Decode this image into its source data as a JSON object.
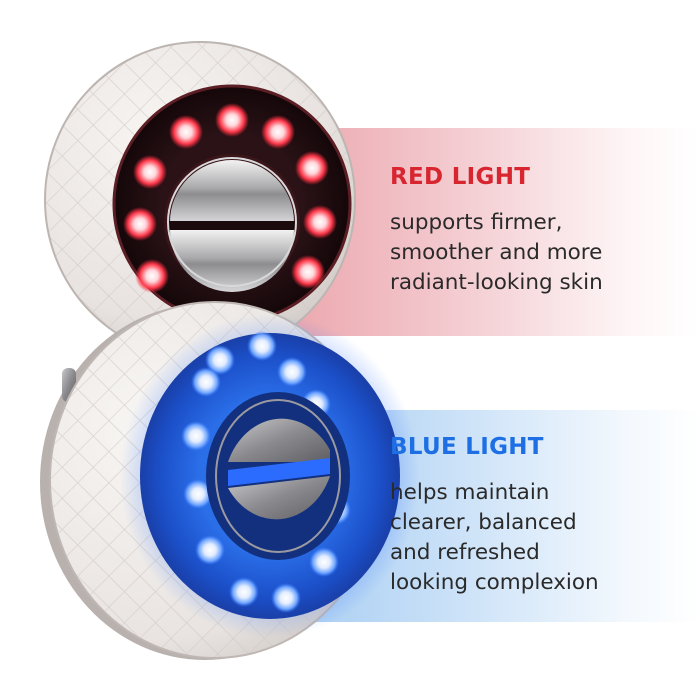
{
  "red_section": {
    "heading": "RED LIGHT",
    "lines": [
      "supports firmer,",
      "smoother and more",
      "radiant-looking skin"
    ],
    "color": "#d7262f"
  },
  "blue_section": {
    "heading": "BLUE LIGHT",
    "lines": [
      "helps maintain",
      "clearer, balanced",
      "and refreshed",
      "looking complexion"
    ],
    "color": "#1d6fe3"
  },
  "icons": {
    "red_device": "red-light-device-icon",
    "blue_device": "blue-light-device-icon"
  }
}
